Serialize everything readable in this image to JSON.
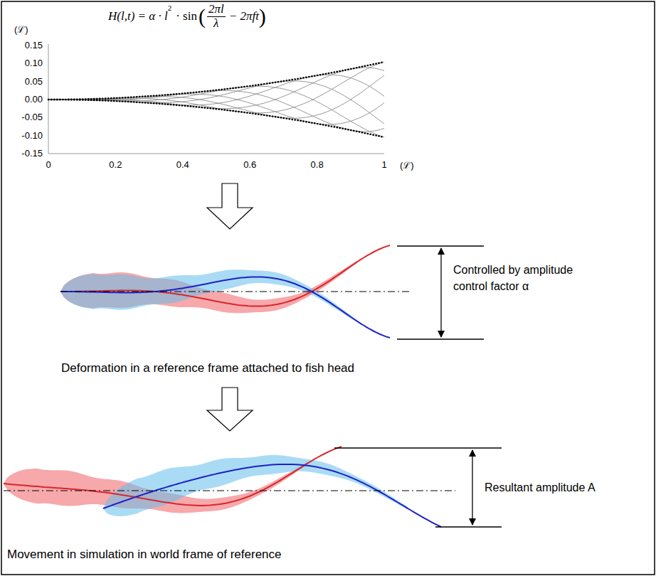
{
  "diagram": {
    "labels": [
      "H(l,t) = α · l",
      "2",
      "· sin",
      "(",
      "2πl",
      "λ",
      "− 2πft",
      ")",
      "(ℒ)",
      "0.15",
      "0.10",
      "0.05",
      "0.00",
      "-0.05",
      "-0.10",
      "-0.15",
      "0",
      "0.2",
      "0.4",
      "0.6",
      "0.8",
      "1",
      "(ℒ)",
      "Controlled by amplitude control factor α",
      "Deformation in a reference frame attached to fish head",
      "Resultant amplitude A",
      "Movement in simulation in world frame of reference"
    ]
  }
}
